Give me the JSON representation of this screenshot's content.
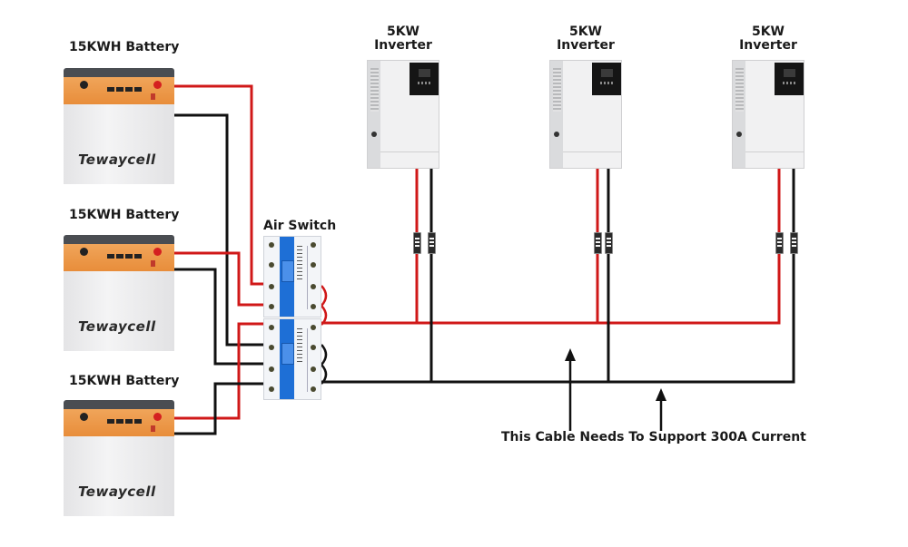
{
  "title": "Parallel battery & inverter wiring diagram",
  "batteries": [
    {
      "label": "15KWH Battery",
      "brand": "Tewaycell"
    },
    {
      "label": "15KWH Battery",
      "brand": "Tewaycell"
    },
    {
      "label": "15KWH Battery",
      "brand": "Tewaycell"
    }
  ],
  "air_switch": {
    "label": "Air Switch"
  },
  "inverters": [
    {
      "label_line1": "5KW",
      "label_line2": "Inverter"
    },
    {
      "label_line1": "5KW",
      "label_line2": "Inverter"
    },
    {
      "label_line1": "5KW",
      "label_line2": "Inverter"
    }
  ],
  "annotation": {
    "text": "This Cable Needs To Support 300A Current"
  },
  "colors": {
    "positive_wire": "#d01818",
    "negative_wire": "#111111",
    "battery_panel": "#ec9848",
    "breaker_blue": "#1e6fd6"
  }
}
